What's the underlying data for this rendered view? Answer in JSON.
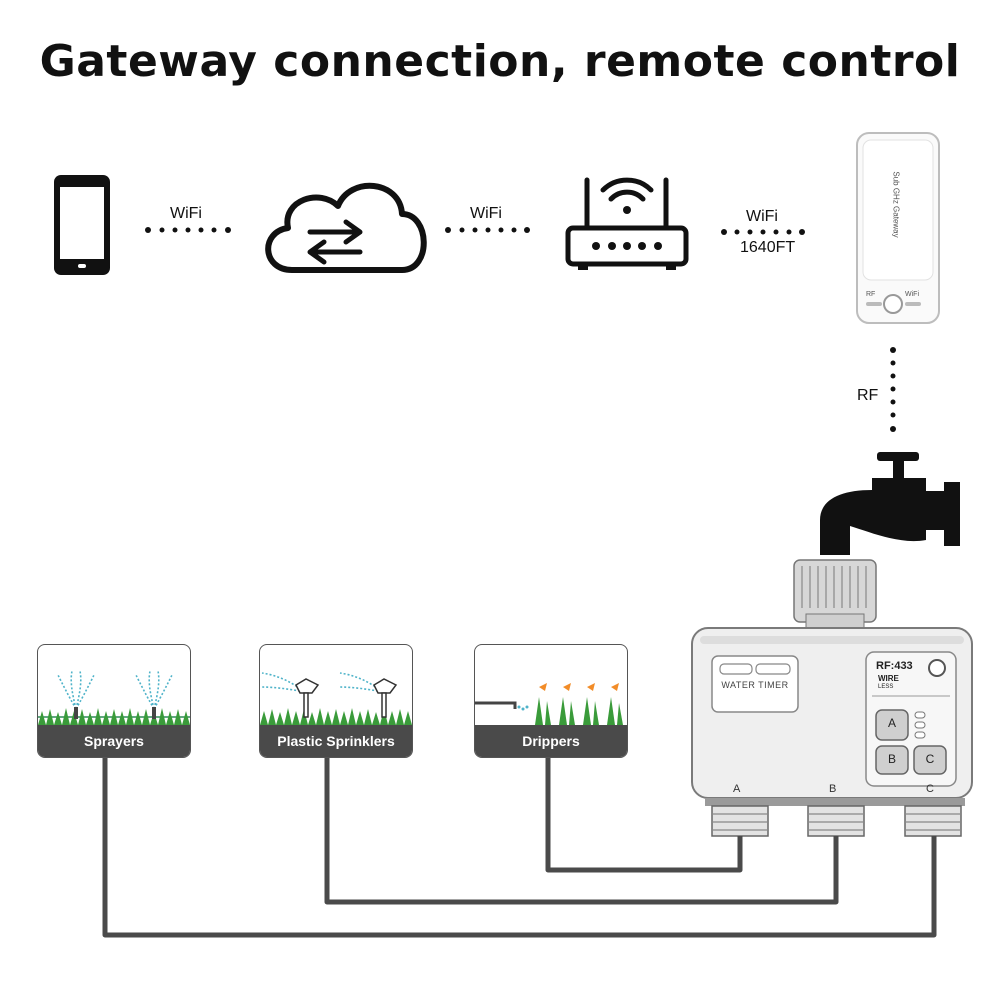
{
  "title": "Gateway connection, remote control",
  "links": {
    "phone_cloud": "WiFi",
    "cloud_router": "WiFi",
    "router_gateway": "WiFi",
    "router_gateway_range": "1640FT",
    "gateway_tap": "RF"
  },
  "gateway": {
    "name": "Sub GHz Gateway",
    "rf_label": "RF",
    "wifi_label": "WiFi"
  },
  "timer": {
    "badge": "WATER TIMER",
    "rf": "RF:433",
    "wire": "WIRE",
    "less": "LESS",
    "buttons": [
      "A",
      "B",
      "C"
    ],
    "outlets": [
      "A",
      "B",
      "C"
    ]
  },
  "cards": [
    {
      "label": "Sprayers"
    },
    {
      "label": "Plastic Sprinklers"
    },
    {
      "label": "Drippers"
    }
  ]
}
